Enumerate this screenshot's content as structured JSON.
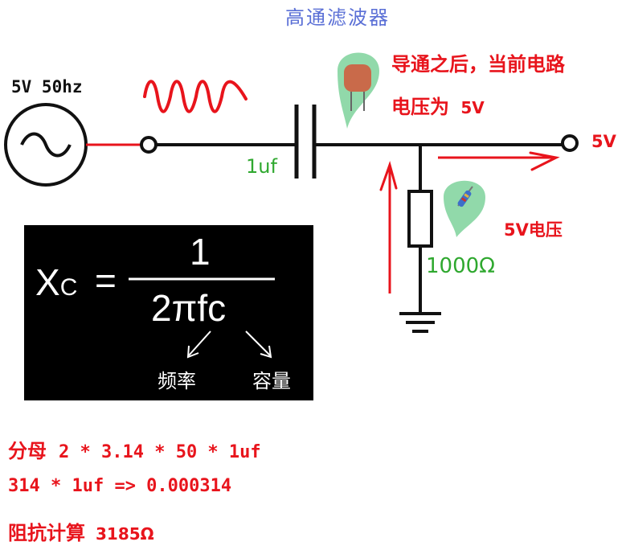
{
  "title": "高通滤波器",
  "source": {
    "label": "5V 50hz"
  },
  "capacitor": {
    "label": "1uf"
  },
  "resistor": {
    "label": "1000Ω"
  },
  "output": {
    "label": "5V"
  },
  "notes": {
    "conduct_line1": "导通之后，当前电路",
    "conduct_line2_prefix": "电压为",
    "conduct_line2_value": "5V",
    "resistor_voltage": "5V电压"
  },
  "formula": {
    "lhs": "X",
    "lhs_sub": "C",
    "equals": "=",
    "numerator": "1",
    "denominator": "2πfc",
    "arrow_left_label": "频率",
    "arrow_right_label": "容量"
  },
  "calc": {
    "line1_label": "分母",
    "line1_value": "2 * 3.14 * 50 * 1uf",
    "line2": "314 * 1uf => 0.000314",
    "line3_label": "阻抗计算",
    "line3_value": "3185Ω"
  },
  "colors": {
    "red": "#e8141c",
    "green": "#2fa82f",
    "title": "#5a6fd6",
    "wire": "#111111"
  }
}
